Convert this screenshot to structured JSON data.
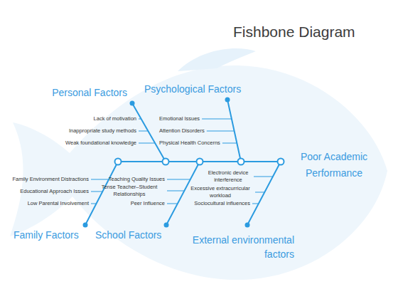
{
  "diagram": {
    "title": "Fishbone Diagram",
    "labels": [
      "Personal Factors",
      "Lack of motivation",
      "Inappropriate study methods",
      "Weak foundational knowledge",
      "Psychological Factors",
      "Emotional Issues",
      "Attention Disorders",
      "Physical Health Concerns",
      "Family Factors",
      "Family Environment Distractions",
      "Educational Approach Issues",
      "Low Parental Involvement",
      "School Factors",
      "Teaching Quality Issues",
      "Tense Teacher–Student Relationships",
      "Peer Influence",
      "External environmental factors",
      "Electronic device interference",
      "Excessive extracurricular workload",
      "Sociocultural influences",
      "Poor Academic Performance"
    ]
  }
}
